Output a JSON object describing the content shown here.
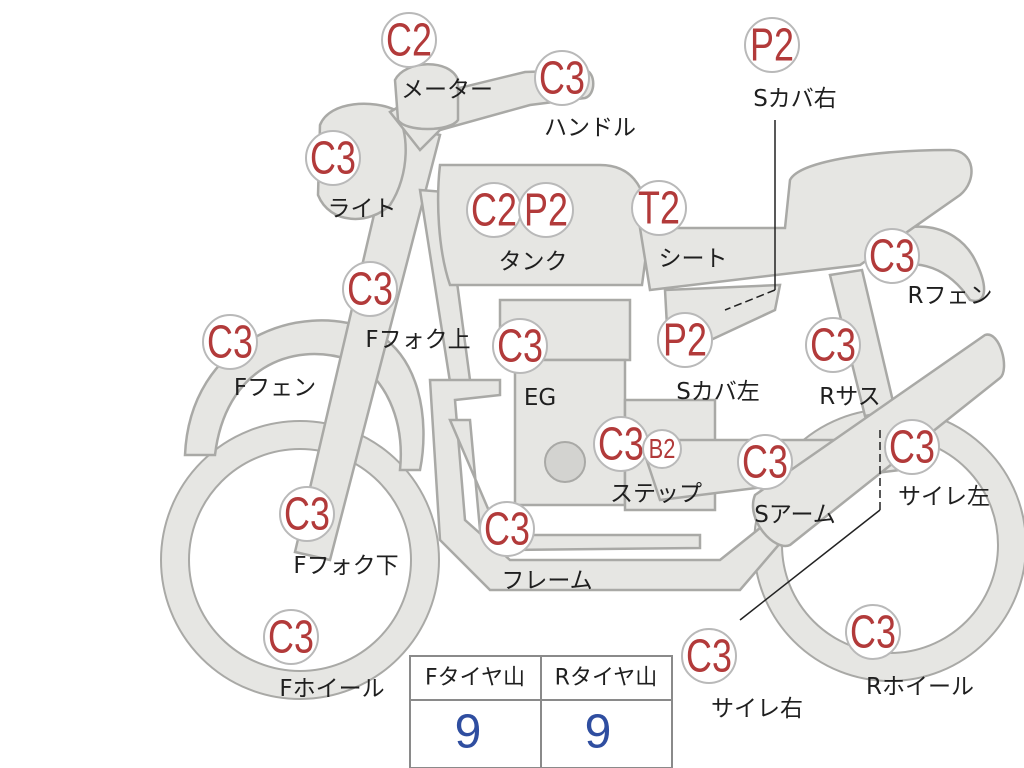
{
  "parts": {
    "meter": {
      "grade": "C2",
      "label": "メーター"
    },
    "handle": {
      "grade": "C3",
      "label": "ハンドル"
    },
    "s_cover_r": {
      "grade": "P2",
      "label": "Sカバ右"
    },
    "light": {
      "grade": "C3",
      "label": "ライト"
    },
    "tank": {
      "grade_a": "C2",
      "grade_b": "P2",
      "label": "タンク"
    },
    "seat": {
      "grade": "T2",
      "label": "シート"
    },
    "r_fender": {
      "grade": "C3",
      "label": "Rフェン"
    },
    "f_fork_upper": {
      "grade": "C3",
      "label": "Fフォク上"
    },
    "f_fender": {
      "grade": "C3",
      "label": "Fフェン"
    },
    "engine": {
      "grade": "C3",
      "label": "EG"
    },
    "s_cover_l": {
      "grade": "P2",
      "label": "Sカバ左"
    },
    "r_sus": {
      "grade": "C3",
      "label": "Rサス"
    },
    "step": {
      "grade_a": "C3",
      "grade_b": "B2",
      "label": "ステップ"
    },
    "s_arm": {
      "grade": "C3",
      "label": "Sアーム"
    },
    "muffler_l": {
      "grade": "C3",
      "label": "サイレ左"
    },
    "f_fork_lower": {
      "grade": "C3",
      "label": "Fフォク下"
    },
    "frame": {
      "grade": "C3",
      "label": "フレーム"
    },
    "f_wheel": {
      "grade": "C3",
      "label": "Fホイール"
    },
    "muffler_r": {
      "grade": "C3",
      "label": "サイレ右"
    },
    "r_wheel": {
      "grade": "C3",
      "label": "Rホイール"
    }
  },
  "tire_tread": {
    "front_header": "Fタイヤ山",
    "rear_header": "Rタイヤ山",
    "front_value": "9",
    "rear_value": "9"
  },
  "colors": {
    "grade_red": "#b23a3a",
    "tire_value_blue": "#2f4ea0",
    "part_fill": "#e6e6e3"
  }
}
